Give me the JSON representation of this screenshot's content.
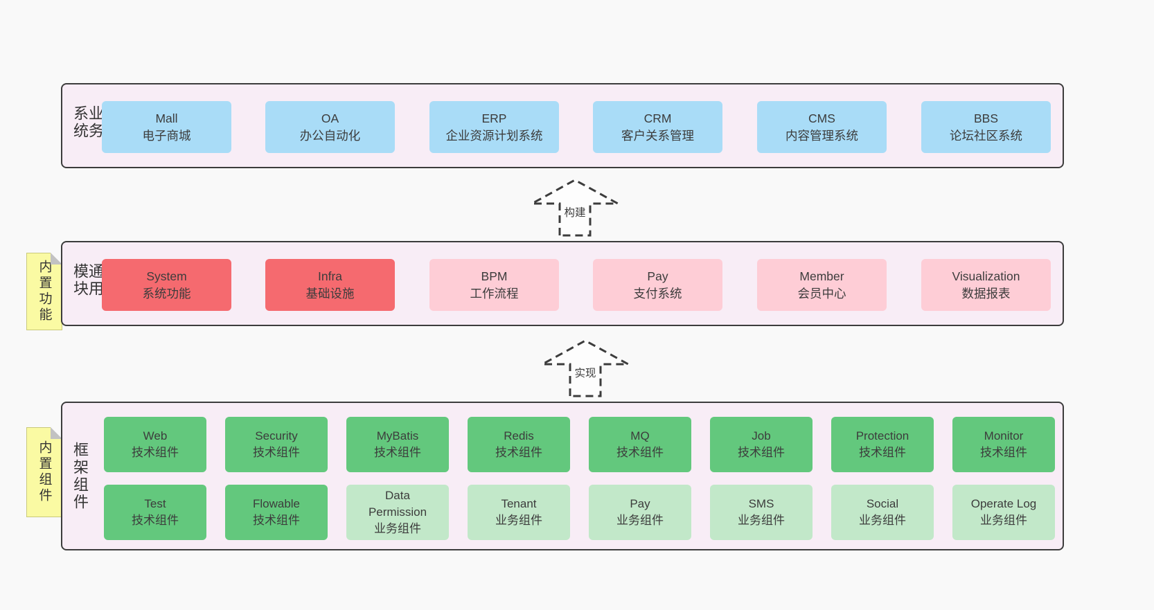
{
  "containers": {
    "business": {
      "side_label": "业务系统",
      "boxes": [
        {
          "en": "Mall",
          "zh": "电子商城"
        },
        {
          "en": "OA",
          "zh": "办公自动化"
        },
        {
          "en": "ERP",
          "zh": "企业资源计划系统"
        },
        {
          "en": "CRM",
          "zh": "客户关系管理"
        },
        {
          "en": "CMS",
          "zh": "内容管理系统"
        },
        {
          "en": "BBS",
          "zh": "论坛社区系统"
        }
      ]
    },
    "modules": {
      "side_label": "通用模块",
      "sticky_note": "内置功能",
      "boxes": [
        {
          "en": "System",
          "zh": "系统功能"
        },
        {
          "en": "Infra",
          "zh": "基础设施"
        },
        {
          "en": "BPM",
          "zh": "工作流程"
        },
        {
          "en": "Pay",
          "zh": "支付系统"
        },
        {
          "en": "Member",
          "zh": "会员中心"
        },
        {
          "en": "Visualization",
          "zh": "数据报表"
        }
      ]
    },
    "framework": {
      "side_label": "框架组件",
      "sticky_note": "内置组件",
      "row1": [
        {
          "en": "Web",
          "zh": "技术组件"
        },
        {
          "en": "Security",
          "zh": "技术组件"
        },
        {
          "en": "MyBatis",
          "zh": "技术组件"
        },
        {
          "en": "Redis",
          "zh": "技术组件"
        },
        {
          "en": "MQ",
          "zh": "技术组件"
        },
        {
          "en": "Job",
          "zh": "技术组件"
        },
        {
          "en": "Protection",
          "zh": "技术组件"
        },
        {
          "en": "Monitor",
          "zh": "技术组件"
        }
      ],
      "row2": [
        {
          "en": "Test",
          "zh": "技术组件"
        },
        {
          "en": "Flowable",
          "zh": "技术组件"
        },
        {
          "en": "Data Permission",
          "zh": "业务组件"
        },
        {
          "en": "Tenant",
          "zh": "业务组件"
        },
        {
          "en": "Pay",
          "zh": "业务组件"
        },
        {
          "en": "SMS",
          "zh": "业务组件"
        },
        {
          "en": "Social",
          "zh": "业务组件"
        },
        {
          "en": "Operate Log",
          "zh": "业务组件"
        }
      ]
    }
  },
  "arrows": [
    {
      "label": "构建"
    },
    {
      "label": "实现"
    }
  ],
  "colors": {
    "page_bg": "#f9f9f9",
    "panel_bg": "#f8edf6",
    "panel_border": "#3c3c3c",
    "blue_box": "#a9dcf7",
    "red_box": "#f56a6f",
    "pink_box": "#fecdd6",
    "green_box": "#63c87d",
    "light_green_box": "#c2e8c9",
    "sticky_note_yellow": "#fafaa3",
    "text": "#3c3c3c"
  }
}
